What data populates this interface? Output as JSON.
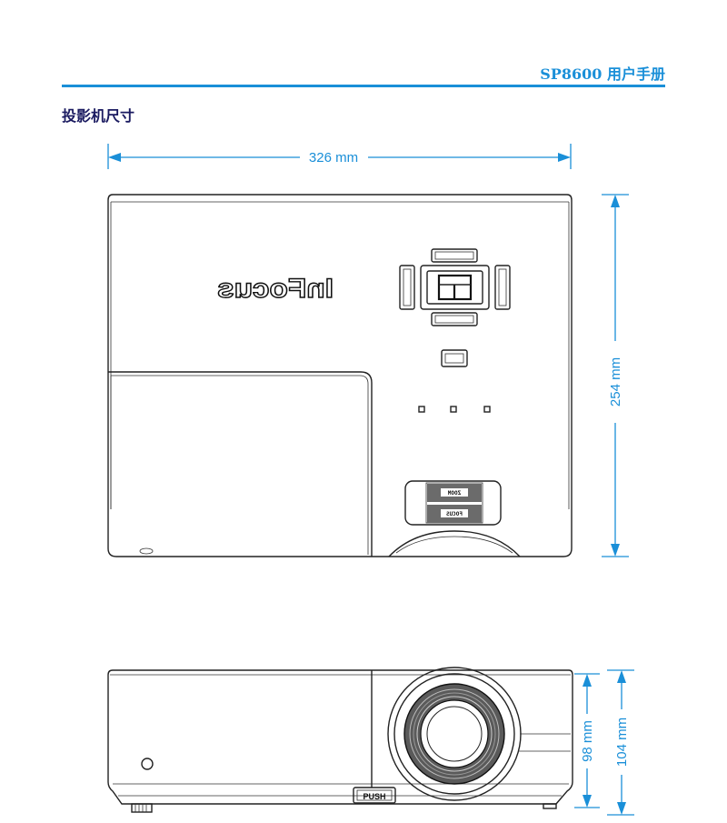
{
  "header": {
    "title": "SP8600 用户手册"
  },
  "section": {
    "title": "投影机尺寸"
  },
  "dimensions": {
    "width": "326 mm",
    "depth": "254 mm",
    "height_body": "98 mm",
    "height_total": "104 mm"
  },
  "labels": {
    "brand_logo": "InFocus",
    "zoom": "ZOOM",
    "focus": "FOCUS",
    "push": "PUSH"
  }
}
